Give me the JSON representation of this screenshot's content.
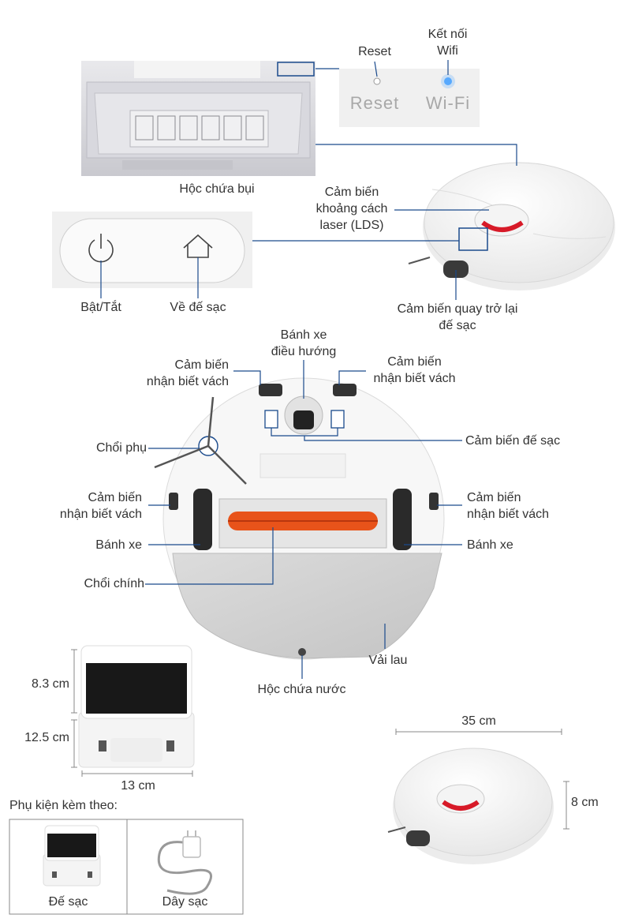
{
  "colors": {
    "line": "#1a4a8c",
    "robot_red": "#d71a28",
    "wifi_led": "#4aa3ff",
    "panel_gray": "#f0f0f0",
    "brush_orange": "#e8531a"
  },
  "top": {
    "dust_bin": "Hộc chứa bụi",
    "reset": "Reset",
    "wifi_connect": "Kết nối\nWifi",
    "panel_reset_text": "Reset",
    "panel_wifi_text": "Wi-Fi",
    "lds_sensor": "Cảm biến\nkhoảng cách\nlaser (LDS)",
    "power": "Bật/Tắt",
    "home": "Về đế sạc",
    "dock_return_sensor": "Cảm biến quay trở lại\nđế sạc"
  },
  "bottom_view": {
    "nav_wheel": "Bánh xe\nđiều hướng",
    "cliff_sensor_top_left": "Cảm biến\nnhận biết vách",
    "cliff_sensor_top_right": "Cảm biến\nnhận biết vách",
    "dock_sensor": "Cảm biến đế sạc",
    "side_brush": "Chổi phụ",
    "cliff_sensor_mid_left": "Cảm biến\nnhận biết vách",
    "cliff_sensor_mid_right": "Cảm biến\nnhận biết vách",
    "wheel_left": "Bánh xe",
    "wheel_right": "Bánh xe",
    "main_brush": "Chổi chính",
    "mop": "Vải lau",
    "water_tank": "Hộc chứa nước"
  },
  "dimensions": {
    "dock_height_top": "8.3 cm",
    "dock_height_bottom": "12.5 cm",
    "dock_width": "13 cm",
    "robot_diameter": "35 cm",
    "robot_height": "8 cm"
  },
  "accessories": {
    "title": "Phụ kiện kèm theo:",
    "items": [
      "Đế sạc",
      "Dây sạc"
    ]
  }
}
